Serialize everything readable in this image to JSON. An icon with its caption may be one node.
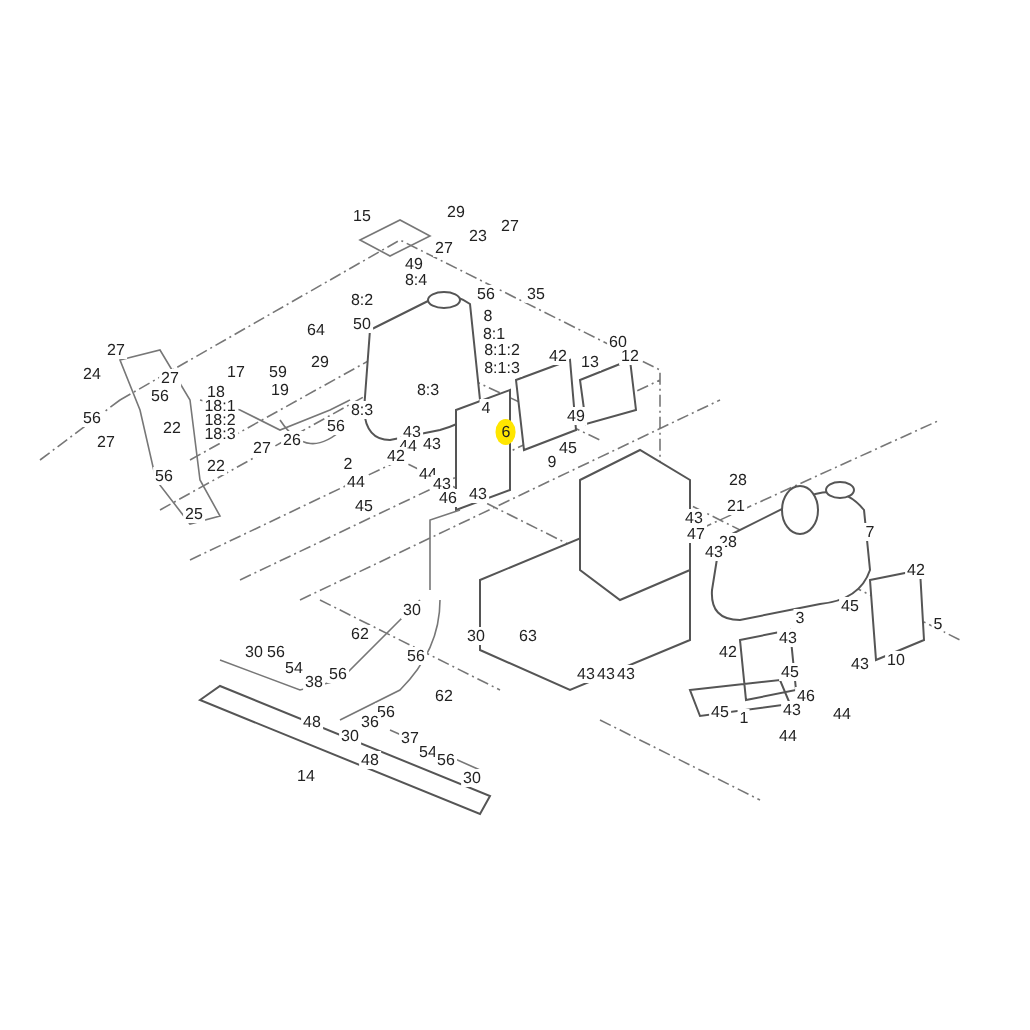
{
  "diagram": {
    "labels": [
      "15",
      "29",
      "27",
      "23",
      "27",
      "49",
      "8:4",
      "35",
      "56",
      "8:2",
      "8",
      "50",
      "64",
      "8:1",
      "60",
      "8:1:2",
      "27",
      "29",
      "42",
      "12",
      "13",
      "8:1:3",
      "17",
      "59",
      "24",
      "27",
      "8:3",
      "19",
      "18",
      "56",
      "18:1",
      "4",
      "8:3",
      "49",
      "56",
      "18:2",
      "56",
      "22",
      "6",
      "43",
      "18:3",
      "27",
      "26",
      "27",
      "44",
      "43",
      "45",
      "42",
      "9",
      "2",
      "22",
      "44",
      "56",
      "44",
      "43",
      "28",
      "46",
      "43",
      "21",
      "45",
      "25",
      "43",
      "7",
      "47",
      "28",
      "43",
      "42",
      "45",
      "30",
      "3",
      "5",
      "62",
      "30",
      "63",
      "43",
      "42",
      "56",
      "30",
      "56",
      "10",
      "43",
      "54",
      "45",
      "43",
      "43",
      "43",
      "56",
      "38",
      "62",
      "46",
      "43",
      "56",
      "45",
      "44",
      "1",
      "48",
      "36",
      "30",
      "37",
      "44",
      "54",
      "48",
      "56",
      "14",
      "30"
    ]
  }
}
